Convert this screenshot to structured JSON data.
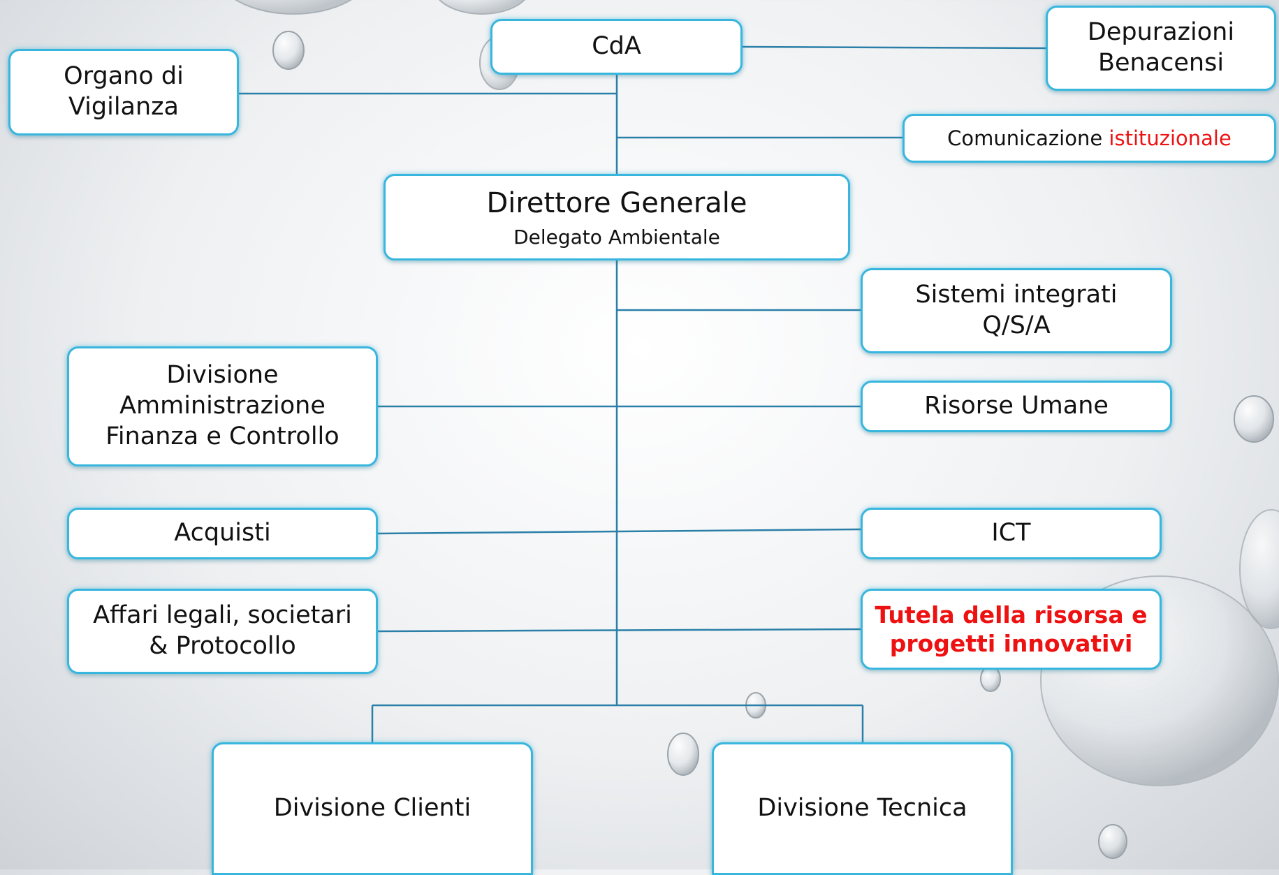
{
  "nodes": {
    "cda": "CdA",
    "depurazioni": [
      "Depurazioni",
      "Benacensi"
    ],
    "organo": [
      "Organo di",
      "Vigilanza"
    ],
    "comunicazione": {
      "part1": "Comunicazione ",
      "part2": "istituzionale"
    },
    "direttore": {
      "title": "Direttore Generale",
      "subtitle": "Delegato Ambientale"
    },
    "sistemi": [
      "Sistemi integrati",
      "Q/S/A"
    ],
    "divisione_amm": [
      "Divisione",
      "Amministrazione",
      "Finanza e Controllo"
    ],
    "risorse_umane": "Risorse Umane",
    "acquisti": "Acquisti",
    "ict": "ICT",
    "affari": [
      "Affari legali, societari",
      "& Protocollo"
    ],
    "tutela": [
      "Tutela della risorsa e",
      "progetti innovativi"
    ],
    "divisione_clienti": "Divisione Clienti",
    "divisione_tecnica": "Divisione Tecnica"
  },
  "colors": {
    "border": "#38b6de",
    "line": "#2a7fa8",
    "accent_red": "#ee1111"
  }
}
